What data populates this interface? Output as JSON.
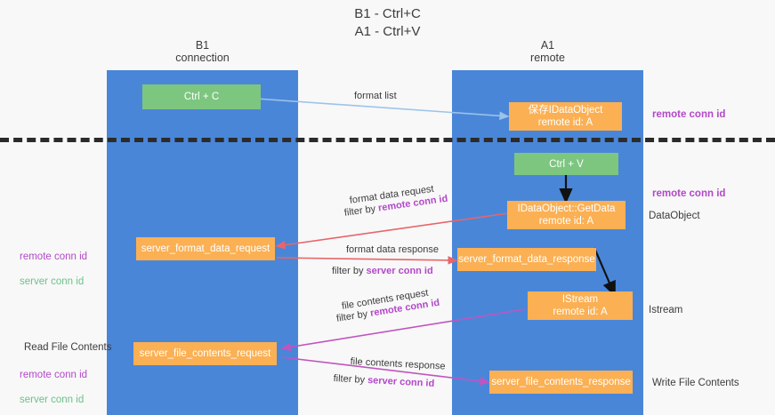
{
  "title": "B1 - Ctrl+C\nA1 - Ctrl+V",
  "lanes": {
    "b1": {
      "header": "B1\nconnection"
    },
    "a1": {
      "header": "A1\nremote"
    }
  },
  "nodes": {
    "ctrl_c": "Ctrl + C",
    "ctrl_v": "Ctrl + V",
    "data_object_store": "保存IDataObject\nremote id: A",
    "get_data": "IDataObject::GetData\nremote id: A",
    "istream": "IStream\nremote id: A",
    "server_format_data_request": "server_format_data_request",
    "server_format_data_response": "server_format_data_response",
    "server_file_contents_request": "server_file_contents_request",
    "server_file_contents_response": "server_file_contents_response"
  },
  "right_labels": {
    "remote_conn_id_top": "remote conn id",
    "remote_conn_id_mid": "remote conn id",
    "data_object": "DataObject",
    "istream": "Istream",
    "write_file_contents": "Write File Contents"
  },
  "left_labels": {
    "remote_conn_id": "remote conn id",
    "server_conn_id": "server conn id",
    "read_file_contents": "Read File Contents",
    "remote_conn_id_2": "remote conn id",
    "server_conn_id_2": "server conn id"
  },
  "edges": {
    "format_list": "format list",
    "format_data_request": "format data request",
    "format_data_request_filter_prefix": "filter by ",
    "format_data_request_filter_key": "remote conn id",
    "format_data_response": "format data response",
    "format_data_response_filter_prefix": "filter by ",
    "format_data_response_filter_key": "server conn id",
    "file_contents_request": "file contents request",
    "file_contents_request_filter_prefix": "filter by ",
    "file_contents_request_filter_key": "remote conn id",
    "file_contents_response": "file contents response",
    "file_contents_response_filter_prefix": "filter by ",
    "file_contents_response_filter_key": "server conn id"
  },
  "colors": {
    "lane": "#4a86d8",
    "green_node": "#7dc67f",
    "orange_node": "#fbb054",
    "purple_text": "#b348c9",
    "green_text": "#6cc08b",
    "arrow_blue": "#9cc3ea",
    "arrow_red": "#e8656a",
    "arrow_magenta": "#c154c1",
    "arrow_black": "#111111",
    "background": "#f8f8f8"
  }
}
